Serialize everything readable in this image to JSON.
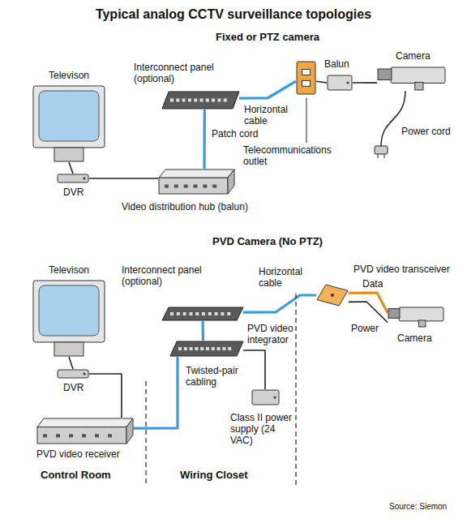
{
  "diagram": {
    "title": "Typical analog CCTV surveillance topologies",
    "nodes": [
      {
        "text": [
          "Televison"
        ]
      },
      {
        "text": [
          "DVR"
        ]
      },
      {
        "text": [
          "Video distribution hub (balun)"
        ]
      },
      {
        "text": [
          "Interconnect panel (optional)"
        ]
      },
      {
        "text": [
          "Telecommunications outlet"
        ]
      },
      {
        "text": [
          "Balun"
        ]
      },
      {
        "text": [
          "Camera"
        ]
      },
      {
        "text": [
          "Televison"
        ]
      },
      {
        "text": [
          "DVR"
        ]
      },
      {
        "text": [
          "PVD video receiver"
        ]
      },
      {
        "text": [
          "Interconnect panel (optional)"
        ]
      },
      {
        "text": [
          "PVD video integrator"
        ]
      },
      {
        "text": [
          "Class II power supply (24 VAC)"
        ]
      },
      {
        "text": [
          "PVD video transceiver"
        ]
      },
      {
        "text": [
          "Camera"
        ]
      }
    ],
    "edges": [
      {
        "from": 0,
        "to": 1,
        "arrow": "none"
      },
      {
        "from": 1,
        "to": 2,
        "arrow": "none"
      },
      {
        "from": 2,
        "to": 3,
        "label": "Patch cord",
        "arrow": "none"
      },
      {
        "from": 3,
        "to": 4,
        "label": "Horizontal cable",
        "arrow": "none"
      },
      {
        "from": 4,
        "to": 5,
        "arrow": "none"
      },
      {
        "from": 5,
        "to": 6,
        "arrow": "none"
      },
      {
        "from": 7,
        "to": 8,
        "arrow": "none"
      },
      {
        "from": 8,
        "to": 9,
        "arrow": "none"
      },
      {
        "from": 9,
        "to": 11,
        "label": "Twisted-pair cabling",
        "arrow": "none"
      },
      {
        "from": 11,
        "to": 10,
        "arrow": "none"
      },
      {
        "from": 10,
        "to": 13,
        "label": "Horizontal cable",
        "arrow": "none"
      },
      {
        "from": 11,
        "to": 12,
        "arrow": "none"
      },
      {
        "from": 13,
        "to": 14,
        "label": "Data",
        "arrow": "none"
      },
      {
        "from": 13,
        "to": 14,
        "label": "Power",
        "arrow": "none"
      }
    ],
    "labels": [
      "Fixed or PTZ camera",
      "Power cord",
      "PVD Camera (No PTZ)",
      "Control Room",
      "Wiring Closet",
      "Source: Siemon"
    ]
  }
}
